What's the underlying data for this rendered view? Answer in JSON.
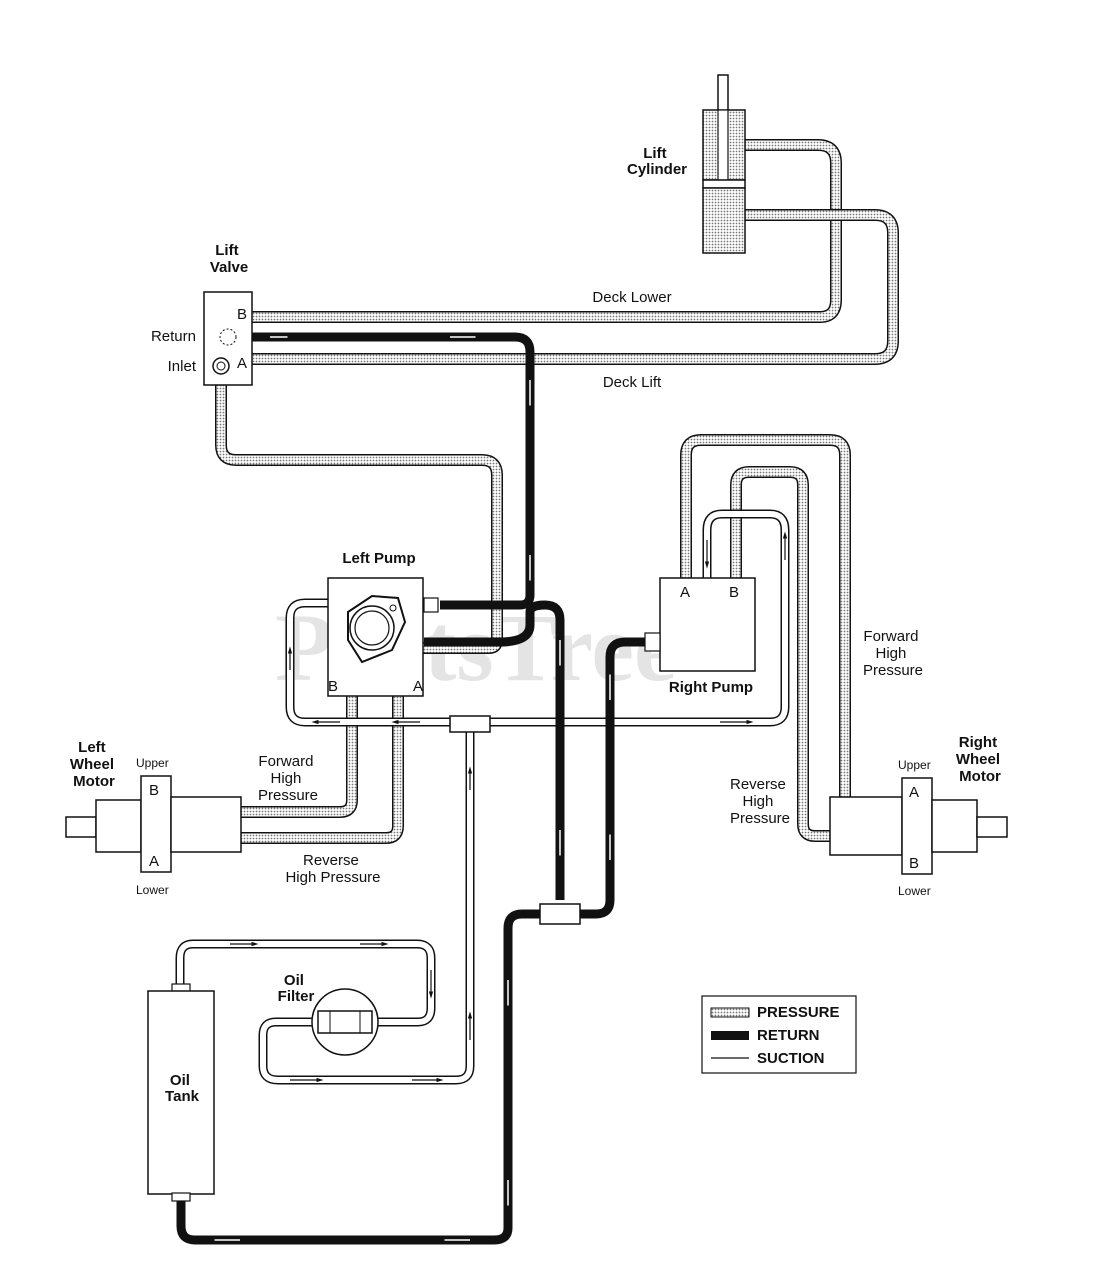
{
  "components": {
    "lift_cylinder": "Lift\nCylinder",
    "lift_valve": "Lift\nValve",
    "left_pump": "Left Pump",
    "right_pump": "Right Pump",
    "left_wheel_motor": "Left\nWheel\nMotor",
    "right_wheel_motor": "Right\nWheel\nMotor",
    "oil_filter": "Oil\nFilter",
    "oil_tank": "Oil\nTank"
  },
  "lines": {
    "deck_lower": "Deck Lower",
    "deck_lift": "Deck Lift",
    "left_forward": "Forward\nHigh\nPressure",
    "left_reverse": "Reverse\nHigh Pressure",
    "right_forward": "Forward\nHigh\nPressure",
    "right_reverse": "Reverse\nHigh\nPressure"
  },
  "ports": {
    "valve_b": "B",
    "valve_a": "A",
    "valve_return": "Return",
    "valve_inlet": "Inlet",
    "left_pump_b": "B",
    "left_pump_a": "A",
    "right_pump_a": "A",
    "right_pump_b": "B",
    "left_motor_b": "B",
    "left_motor_a": "A",
    "left_motor_upper": "Upper",
    "left_motor_lower": "Lower",
    "right_motor_a": "A",
    "right_motor_b": "B",
    "right_motor_upper": "Upper",
    "right_motor_lower": "Lower"
  },
  "legend": {
    "pressure": "PRESSURE",
    "return": "RETURN",
    "suction": "SUCTION"
  },
  "watermark": "PartsTree",
  "colors": {
    "line": "#111111",
    "pressure_fill": "#d8d8d8",
    "return": "#111111"
  }
}
